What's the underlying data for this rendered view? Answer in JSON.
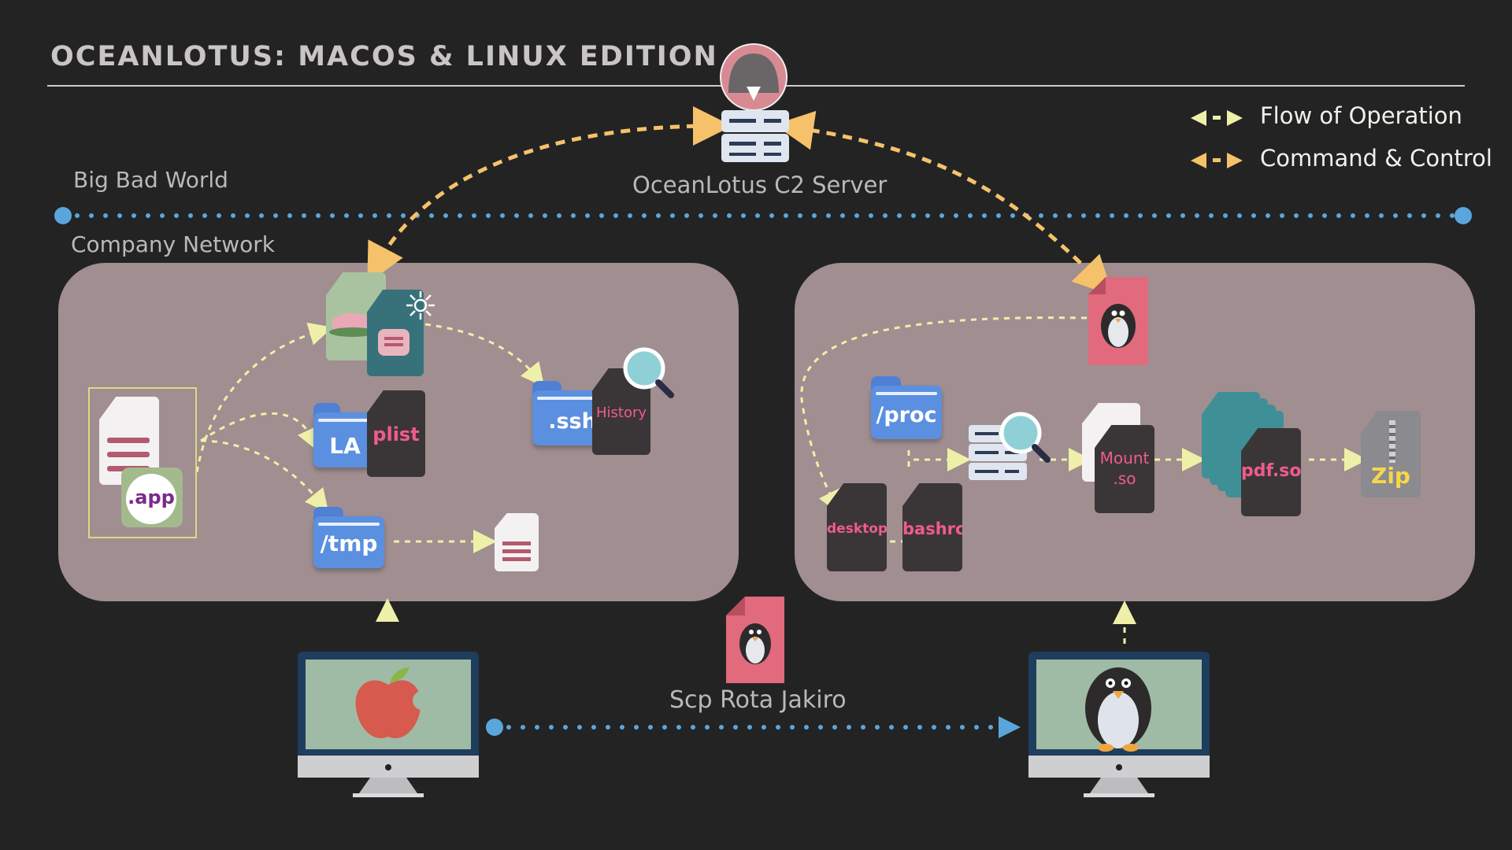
{
  "title": "OCEANLOTUS: MACOS & LINUX EDITION",
  "zones": {
    "outside": "Big Bad World",
    "inside": "Company Network"
  },
  "server": {
    "label": "OceanLotus C2 Server"
  },
  "legend": {
    "flow": "Flow of Operation",
    "c2": "Command & Control",
    "flow_color": "#eef0a8",
    "c2_color": "#f5c26b"
  },
  "mac_panel": {
    "app_badge": ".app",
    "launch_agent_folder": "LA",
    "plist_file": "plist",
    "tmp_folder": "/tmp",
    "ssh_folder": ".ssh",
    "history_file": "History"
  },
  "linux_panel": {
    "proc_folder": "/proc",
    "desktop_file": "desktop",
    "bashrc_file": "bashrc",
    "mount_file_line1": "Mount",
    "mount_file_line2": ".so",
    "pdf_file": "pdf.so",
    "zip_file": "Zip"
  },
  "lateral": {
    "label": "Scp Rota Jakiro"
  },
  "colors": {
    "background": "#232323",
    "panel": "#a08e91",
    "network_line": "#5aa6dc",
    "folder": "#5b8fe0",
    "dark_file": "#3a3637",
    "pink_accent": "#e16a7c",
    "text_pink": "#f05b8e"
  }
}
